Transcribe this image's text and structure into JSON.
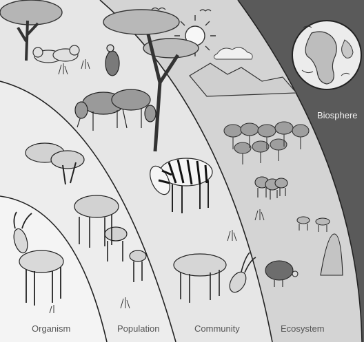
{
  "diagram": {
    "labels": {
      "organism": "Organism",
      "population": "Population",
      "community": "Community",
      "ecosystem": "Ecosystem",
      "biosphere": "Biosphere"
    },
    "colors": {
      "biosphere_band": "#5a5a5a",
      "ecosystem_band": "#d4d4d4",
      "community_band": "#e6e6e6",
      "population_band": "#ededed",
      "organism_band": "#f4f4f4",
      "line_art": "#3a3a3a"
    }
  }
}
